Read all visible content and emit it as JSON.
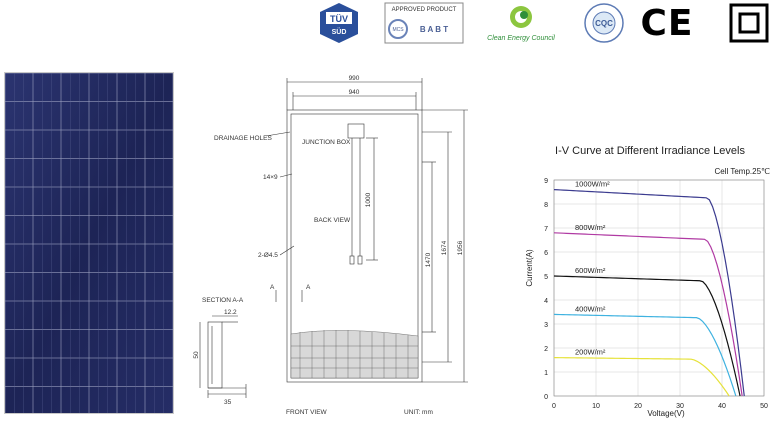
{
  "logos": {
    "tuv": {
      "top": "TÜV",
      "bottom": "SÜD"
    },
    "babt": {
      "approved": "APPROVED PRODUCT",
      "mcs": "MCS",
      "babt": "B A B T"
    },
    "cec": {
      "label": "Clean Energy Council"
    },
    "cqc": {
      "label": "CQC"
    },
    "ce": {
      "label": "CE"
    }
  },
  "drawing": {
    "dim_990": "990",
    "dim_940": "940",
    "drainage_holes": "DRAINAGE HOLES",
    "junction_box": "JUNCTION BOX",
    "hole_14x9": "14×9",
    "dim_1000": "1000",
    "back_view": "BACK VIEW",
    "hole_2_45": "2-Ø4.5",
    "dim_1470": "1470",
    "dim_1674": "1674",
    "dim_1956": "1956",
    "a_left": "A",
    "a_right": "A",
    "section": "SECTION A-A",
    "dim_12_2": "12.2",
    "dim_50": "50",
    "dim_35": "35",
    "front_view": "FRONT VIEW",
    "unit": "UNIT: mm"
  },
  "chart_data": {
    "type": "line",
    "title": "I-V Curve at Different Irradiance Levels",
    "note": "Cell Temp.25℃",
    "xlabel": "Voltage(V)",
    "ylabel": "Current(A)",
    "xlim": [
      0,
      50
    ],
    "ylim": [
      0,
      9
    ],
    "xticks": [
      "0",
      "10",
      "20",
      "30",
      "40",
      "50"
    ],
    "yticks": [
      "0",
      "1",
      "2",
      "3",
      "4",
      "5",
      "6",
      "7",
      "8",
      "9"
    ],
    "series": [
      {
        "name": "1000W/m²",
        "isc": 8.6,
        "knee": 36.5,
        "voc": 45.3,
        "color": "#3b3b8f"
      },
      {
        "name": "800W/m²",
        "isc": 6.8,
        "knee": 36.0,
        "voc": 44.8,
        "color": "#b03aa3"
      },
      {
        "name": "600W/m²",
        "isc": 5.0,
        "knee": 35.0,
        "voc": 44.3,
        "color": "#111111"
      },
      {
        "name": "400W/m²",
        "isc": 3.4,
        "knee": 34.0,
        "voc": 43.3,
        "color": "#3fb2e0"
      },
      {
        "name": "200W/m²",
        "isc": 1.6,
        "knee": 32.5,
        "voc": 41.7,
        "color": "#e6e23a"
      }
    ]
  }
}
